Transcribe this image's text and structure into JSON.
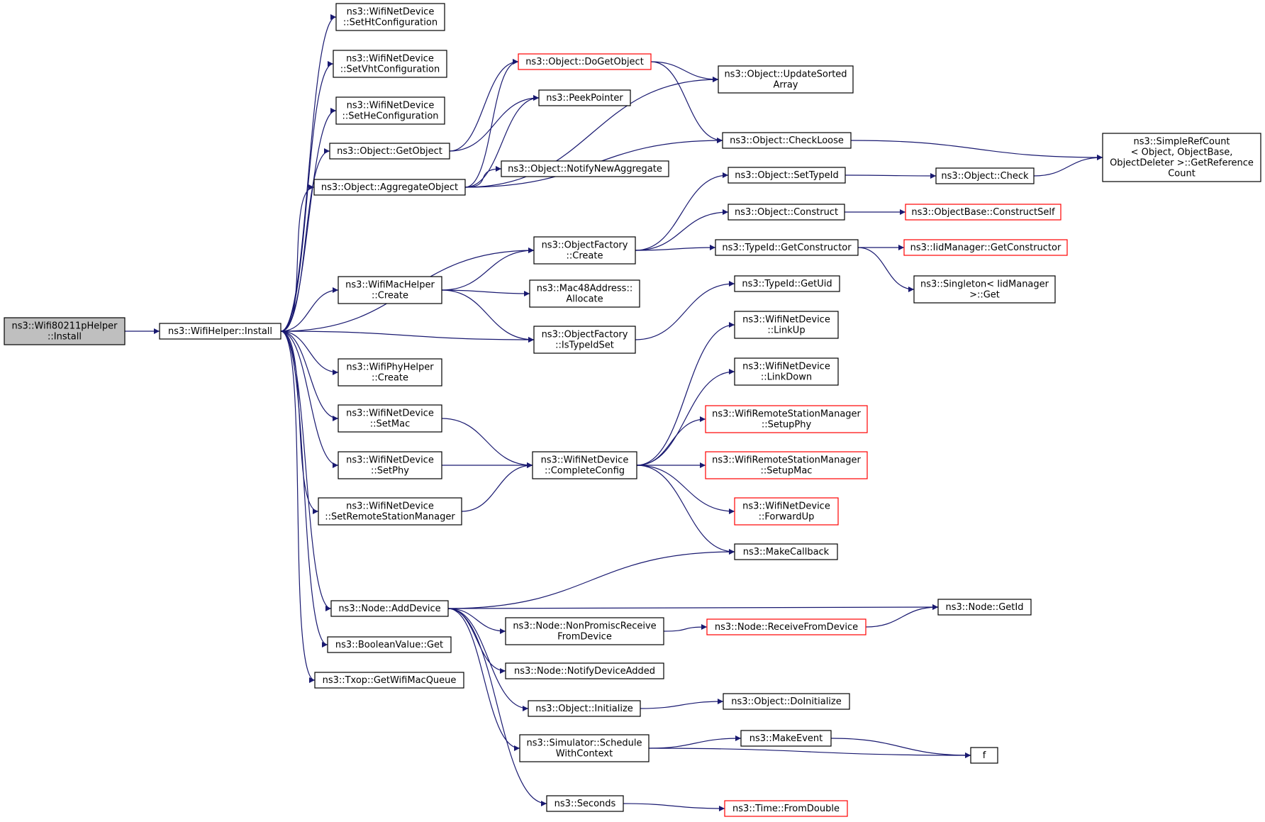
{
  "colors": {
    "edge": "#191970",
    "node_border": "#000000",
    "node_border_incomplete": "#ff0000",
    "root_fill": "#bfbfbf",
    "node_fill": "#ffffff",
    "text": "#000000"
  },
  "nodes": [
    {
      "id": "root",
      "lines": [
        "ns3::Wifi80211pHelper",
        "::Install"
      ],
      "style": "root"
    },
    {
      "id": "install",
      "lines": [
        "ns3::WifiHelper::Install"
      ],
      "style": "normal"
    },
    {
      "id": "setht",
      "lines": [
        "ns3::WifiNetDevice",
        "::SetHtConfiguration"
      ],
      "style": "normal"
    },
    {
      "id": "setvht",
      "lines": [
        "ns3::WifiNetDevice",
        "::SetVhtConfiguration"
      ],
      "style": "normal"
    },
    {
      "id": "sethe",
      "lines": [
        "ns3::WifiNetDevice",
        "::SetHeConfiguration"
      ],
      "style": "normal"
    },
    {
      "id": "getobject",
      "lines": [
        "ns3::Object::GetObject"
      ],
      "style": "normal"
    },
    {
      "id": "aggregate",
      "lines": [
        "ns3::Object::AggregateObject"
      ],
      "style": "normal"
    },
    {
      "id": "dogetobject",
      "lines": [
        "ns3::Object::DoGetObject"
      ],
      "style": "incomplete"
    },
    {
      "id": "peekpointer",
      "lines": [
        "ns3::PeekPointer"
      ],
      "style": "normal"
    },
    {
      "id": "notifynewagg",
      "lines": [
        "ns3::Object::NotifyNewAggregate"
      ],
      "style": "normal"
    },
    {
      "id": "updatesorted",
      "lines": [
        "ns3::Object::UpdateSorted",
        "Array"
      ],
      "style": "normal"
    },
    {
      "id": "checkloose",
      "lines": [
        "ns3::Object::CheckLoose"
      ],
      "style": "normal"
    },
    {
      "id": "simplerefcount",
      "lines": [
        "ns3::SimpleRefCount",
        "< Object, ObjectBase,",
        " ObjectDeleter >::GetReference",
        "Count"
      ],
      "style": "normal"
    },
    {
      "id": "settypeid",
      "lines": [
        "ns3::Object::SetTypeId"
      ],
      "style": "normal"
    },
    {
      "id": "check",
      "lines": [
        "ns3::Object::Check"
      ],
      "style": "normal"
    },
    {
      "id": "construct",
      "lines": [
        "ns3::Object::Construct"
      ],
      "style": "normal"
    },
    {
      "id": "constructself",
      "lines": [
        "ns3::ObjectBase::ConstructSelf"
      ],
      "style": "incomplete"
    },
    {
      "id": "ofcreate",
      "lines": [
        "ns3::ObjectFactory",
        "::Create"
      ],
      "style": "normal"
    },
    {
      "id": "getconstructor",
      "lines": [
        "ns3::TypeId::GetConstructor"
      ],
      "style": "normal"
    },
    {
      "id": "iidgetconstructor",
      "lines": [
        "ns3::IidManager::GetConstructor"
      ],
      "style": "incomplete"
    },
    {
      "id": "singletonget",
      "lines": [
        "ns3::Singleton< IidManager",
        " >::Get"
      ],
      "style": "normal"
    },
    {
      "id": "machelpercreate",
      "lines": [
        "ns3::WifiMacHelper",
        "::Create"
      ],
      "style": "normal"
    },
    {
      "id": "mac48alloc",
      "lines": [
        "ns3::Mac48Address::",
        "Allocate"
      ],
      "style": "normal"
    },
    {
      "id": "getuid",
      "lines": [
        "ns3::TypeId::GetUid"
      ],
      "style": "normal"
    },
    {
      "id": "istypeidset",
      "lines": [
        "ns3::ObjectFactory",
        "::IsTypeIdSet"
      ],
      "style": "normal"
    },
    {
      "id": "linkup",
      "lines": [
        "ns3::WifiNetDevice",
        "::LinkUp"
      ],
      "style": "normal"
    },
    {
      "id": "phyhelpercreate",
      "lines": [
        "ns3::WifiPhyHelper",
        "::Create"
      ],
      "style": "normal"
    },
    {
      "id": "linkdown",
      "lines": [
        "ns3::WifiNetDevice",
        "::LinkDown"
      ],
      "style": "normal"
    },
    {
      "id": "setmac",
      "lines": [
        "ns3::WifiNetDevice",
        "::SetMac"
      ],
      "style": "normal"
    },
    {
      "id": "setupphy",
      "lines": [
        "ns3::WifiRemoteStationManager",
        "::SetupPhy"
      ],
      "style": "incomplete"
    },
    {
      "id": "setphy",
      "lines": [
        "ns3::WifiNetDevice",
        "::SetPhy"
      ],
      "style": "normal"
    },
    {
      "id": "completeconfig",
      "lines": [
        "ns3::WifiNetDevice",
        "::CompleteConfig"
      ],
      "style": "normal"
    },
    {
      "id": "setupmac",
      "lines": [
        "ns3::WifiRemoteStationManager",
        "::SetupMac"
      ],
      "style": "incomplete"
    },
    {
      "id": "setremote",
      "lines": [
        "ns3::WifiNetDevice",
        "::SetRemoteStationManager"
      ],
      "style": "normal"
    },
    {
      "id": "forwardup",
      "lines": [
        "ns3::WifiNetDevice",
        "::ForwardUp"
      ],
      "style": "incomplete"
    },
    {
      "id": "makecallback",
      "lines": [
        "ns3::MakeCallback"
      ],
      "style": "normal"
    },
    {
      "id": "adddevice",
      "lines": [
        "ns3::Node::AddDevice"
      ],
      "style": "normal"
    },
    {
      "id": "nodegetid",
      "lines": [
        "ns3::Node::GetId"
      ],
      "style": "normal"
    },
    {
      "id": "nonpromisc",
      "lines": [
        "ns3::Node::NonPromiscReceive",
        "FromDevice"
      ],
      "style": "normal"
    },
    {
      "id": "receivefromdevice",
      "lines": [
        "ns3::Node::ReceiveFromDevice"
      ],
      "style": "incomplete"
    },
    {
      "id": "booleanget",
      "lines": [
        "ns3::BooleanValue::Get"
      ],
      "style": "normal"
    },
    {
      "id": "notifydeviceadded",
      "lines": [
        "ns3::Node::NotifyDeviceAdded"
      ],
      "style": "normal"
    },
    {
      "id": "txopgetqueue",
      "lines": [
        "ns3::Txop::GetWifiMacQueue"
      ],
      "style": "normal"
    },
    {
      "id": "initialize",
      "lines": [
        "ns3::Object::Initialize"
      ],
      "style": "normal"
    },
    {
      "id": "doinitialize",
      "lines": [
        "ns3::Object::DoInitialize"
      ],
      "style": "normal"
    },
    {
      "id": "schedulewithcontext",
      "lines": [
        "ns3::Simulator::Schedule",
        "WithContext"
      ],
      "style": "normal"
    },
    {
      "id": "makeevent",
      "lines": [
        "ns3::MakeEvent"
      ],
      "style": "normal"
    },
    {
      "id": "f",
      "lines": [
        "f"
      ],
      "style": "normal"
    },
    {
      "id": "seconds",
      "lines": [
        "ns3::Seconds"
      ],
      "style": "normal"
    },
    {
      "id": "fromdouble",
      "lines": [
        "ns3::Time::FromDouble"
      ],
      "style": "incomplete"
    }
  ],
  "edges": [
    [
      "root",
      "install"
    ],
    [
      "install",
      "setht"
    ],
    [
      "install",
      "setvht"
    ],
    [
      "install",
      "sethe"
    ],
    [
      "install",
      "getobject"
    ],
    [
      "install",
      "aggregate"
    ],
    [
      "install",
      "ofcreate"
    ],
    [
      "install",
      "machelpercreate"
    ],
    [
      "install",
      "istypeidset"
    ],
    [
      "install",
      "phyhelpercreate"
    ],
    [
      "install",
      "setmac"
    ],
    [
      "install",
      "setphy"
    ],
    [
      "install",
      "setremote"
    ],
    [
      "install",
      "adddevice"
    ],
    [
      "install",
      "booleanget"
    ],
    [
      "install",
      "txopgetqueue"
    ],
    [
      "getobject",
      "dogetobject"
    ],
    [
      "getobject",
      "peekpointer"
    ],
    [
      "aggregate",
      "dogetobject"
    ],
    [
      "aggregate",
      "peekpointer"
    ],
    [
      "aggregate",
      "notifynewagg"
    ],
    [
      "aggregate",
      "updatesorted"
    ],
    [
      "aggregate",
      "checkloose"
    ],
    [
      "dogetobject",
      "updatesorted"
    ],
    [
      "dogetobject",
      "checkloose"
    ],
    [
      "checkloose",
      "simplerefcount"
    ],
    [
      "settypeid",
      "check"
    ],
    [
      "check",
      "simplerefcount"
    ],
    [
      "construct",
      "constructself"
    ],
    [
      "ofcreate",
      "settypeid"
    ],
    [
      "ofcreate",
      "construct"
    ],
    [
      "ofcreate",
      "getconstructor"
    ],
    [
      "getconstructor",
      "iidgetconstructor"
    ],
    [
      "getconstructor",
      "singletonget"
    ],
    [
      "machelpercreate",
      "ofcreate"
    ],
    [
      "machelpercreate",
      "mac48alloc"
    ],
    [
      "machelpercreate",
      "istypeidset"
    ],
    [
      "istypeidset",
      "getuid"
    ],
    [
      "setmac",
      "completeconfig"
    ],
    [
      "setphy",
      "completeconfig"
    ],
    [
      "setremote",
      "completeconfig"
    ],
    [
      "completeconfig",
      "linkup"
    ],
    [
      "completeconfig",
      "linkdown"
    ],
    [
      "completeconfig",
      "setupphy"
    ],
    [
      "completeconfig",
      "setupmac"
    ],
    [
      "completeconfig",
      "forwardup"
    ],
    [
      "completeconfig",
      "makecallback"
    ],
    [
      "adddevice",
      "makecallback"
    ],
    [
      "adddevice",
      "nodegetid"
    ],
    [
      "adddevice",
      "nonpromisc"
    ],
    [
      "adddevice",
      "notifydeviceadded"
    ],
    [
      "adddevice",
      "initialize"
    ],
    [
      "adddevice",
      "schedulewithcontext"
    ],
    [
      "adddevice",
      "seconds"
    ],
    [
      "nonpromisc",
      "receivefromdevice"
    ],
    [
      "receivefromdevice",
      "nodegetid"
    ],
    [
      "initialize",
      "doinitialize"
    ],
    [
      "schedulewithcontext",
      "makeevent"
    ],
    [
      "schedulewithcontext",
      "f"
    ],
    [
      "makeevent",
      "f"
    ],
    [
      "seconds",
      "fromdouble"
    ]
  ]
}
